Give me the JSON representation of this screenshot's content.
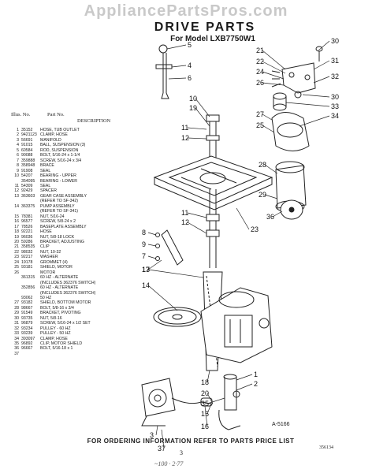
{
  "watermark": "AppliancePartsPros.com",
  "title": "DRIVE PARTS",
  "subtitle": "For Model LXB7750W1",
  "columns": {
    "illus_no": "Illus. No.",
    "part_no": "Part No.",
    "description": "DESCRIPTION"
  },
  "parts": [
    {
      "n": "1",
      "p": "35152",
      "d": "HOSE, TUB OUTLET"
    },
    {
      "n": "2",
      "p": "9421123",
      "d": "CLAMP, HOSE"
    },
    {
      "n": "3",
      "p": "56691",
      "d": "MANIFOLD"
    },
    {
      "n": "4",
      "p": "91015",
      "d": "BALL, SUSPENSION (3)"
    },
    {
      "n": "5",
      "p": "60584",
      "d": "ROD, SUSPENSION"
    },
    {
      "n": "6",
      "p": "90088",
      "d": "BOLT, 5/16-24 x 1-1/4"
    },
    {
      "n": "7",
      "p": "359888",
      "d": "SCREW, 5/16-24 x 3/4"
    },
    {
      "n": "8",
      "p": "358948",
      "d": "BRACE"
    },
    {
      "n": "9",
      "p": "91908",
      "d": "SEAL"
    },
    {
      "n": "10",
      "p": "54207",
      "d": "BEARING - UPPER"
    },
    {
      "n": "",
      "p": "354095",
      "d": "BEARING - LOWER"
    },
    {
      "n": "11",
      "p": "54309",
      "d": "SEAL"
    },
    {
      "n": "12",
      "p": "92429",
      "d": "SPACER"
    },
    {
      "n": "13",
      "p": "363603",
      "d": "GEAR CASE ASSEMBLY"
    },
    {
      "n": "",
      "p": "",
      "d": "(REFER TO SF-342)"
    },
    {
      "n": "14",
      "p": "363375",
      "d": "PUMP ASSEMBLY"
    },
    {
      "n": "",
      "p": "",
      "d": "(REFER TO SF-341)"
    },
    {
      "n": "15",
      "p": "78381",
      "d": "NUT, 5/16-24"
    },
    {
      "n": "16",
      "p": "96577",
      "d": "SCREW, 5/8-24 x 2"
    },
    {
      "n": "17",
      "p": "78526",
      "d": "BASEPLATE ASSEMBLY"
    },
    {
      "n": "18",
      "p": "92221",
      "d": "HOSE"
    },
    {
      "n": "19",
      "p": "96036",
      "d": "NUT, 5/8-18 LOCK"
    },
    {
      "n": "20",
      "p": "59286",
      "d": "BRACKET, ADJUSTING"
    },
    {
      "n": "21",
      "p": "358535",
      "d": "CLIP"
    },
    {
      "n": "22",
      "p": "98032",
      "d": "NUT, 10-32"
    },
    {
      "n": "23",
      "p": "92217",
      "d": "WASHER"
    },
    {
      "n": "24",
      "p": "19178",
      "d": "GROMMET (4)"
    },
    {
      "n": "25",
      "p": "93181",
      "d": "SHIELD, MOTOR"
    },
    {
      "n": "26",
      "p": "",
      "d": "MOTOR"
    },
    {
      "n": "",
      "p": "361315",
      "d": "60 HZ - ALTERNATE"
    },
    {
      "n": "",
      "p": "",
      "d": "(INCLUDES 362376 SWITCH)"
    },
    {
      "n": "",
      "p": "352856",
      "d": "60 HZ - ALTERNATE"
    },
    {
      "n": "",
      "p": "",
      "d": "(INCLUDES 362376 SWITCH)"
    },
    {
      "n": "",
      "p": "93062",
      "d": "50 HZ"
    },
    {
      "n": "27",
      "p": "93182",
      "d": "SHIELD, BOTTOM MOTOR"
    },
    {
      "n": "28",
      "p": "98667",
      "d": "BOLT, 5/8-16 x 3/4"
    },
    {
      "n": "29",
      "p": "91549",
      "d": "BRACKET, PIVOTING"
    },
    {
      "n": "30",
      "p": "93735",
      "d": "NUT, 5/8-16"
    },
    {
      "n": "31",
      "p": "96879",
      "d": "SCREW, 5/16-24 x 1/2 SET"
    },
    {
      "n": "32",
      "p": "93234",
      "d": "PULLEY - 60 HZ"
    },
    {
      "n": "33",
      "p": "93239",
      "d": "PULLEY - 50 HZ"
    },
    {
      "n": "34",
      "p": "393097",
      "d": "CLAMP, HOSE"
    },
    {
      "n": "35",
      "p": "96892",
      "d": "CLIP, MOTOR SHIELD"
    },
    {
      "n": "36",
      "p": "96667",
      "d": "BOLT, 5/16-18 x 1"
    },
    {
      "n": "37",
      "p": "",
      "d": ""
    }
  ],
  "callouts": [
    "30",
    "5",
    "4",
    "21",
    "22",
    "24",
    "26",
    "31",
    "32",
    "6",
    "10",
    "19",
    "30",
    "33",
    "34",
    "27",
    "25",
    "11",
    "12",
    "28",
    "29",
    "36",
    "23",
    "11",
    "12",
    "8",
    "9",
    "7",
    "17",
    "13",
    "14",
    "18",
    "20",
    "35",
    "15",
    "16",
    "3",
    "1",
    "2",
    "37"
  ],
  "diagram_id": "A-5166",
  "footer": "FOR ORDERING INFORMATION REFER TO PARTS PRICE LIST",
  "page_number": "3",
  "doc_code": "356134",
  "signature": "~100 · 2·77"
}
